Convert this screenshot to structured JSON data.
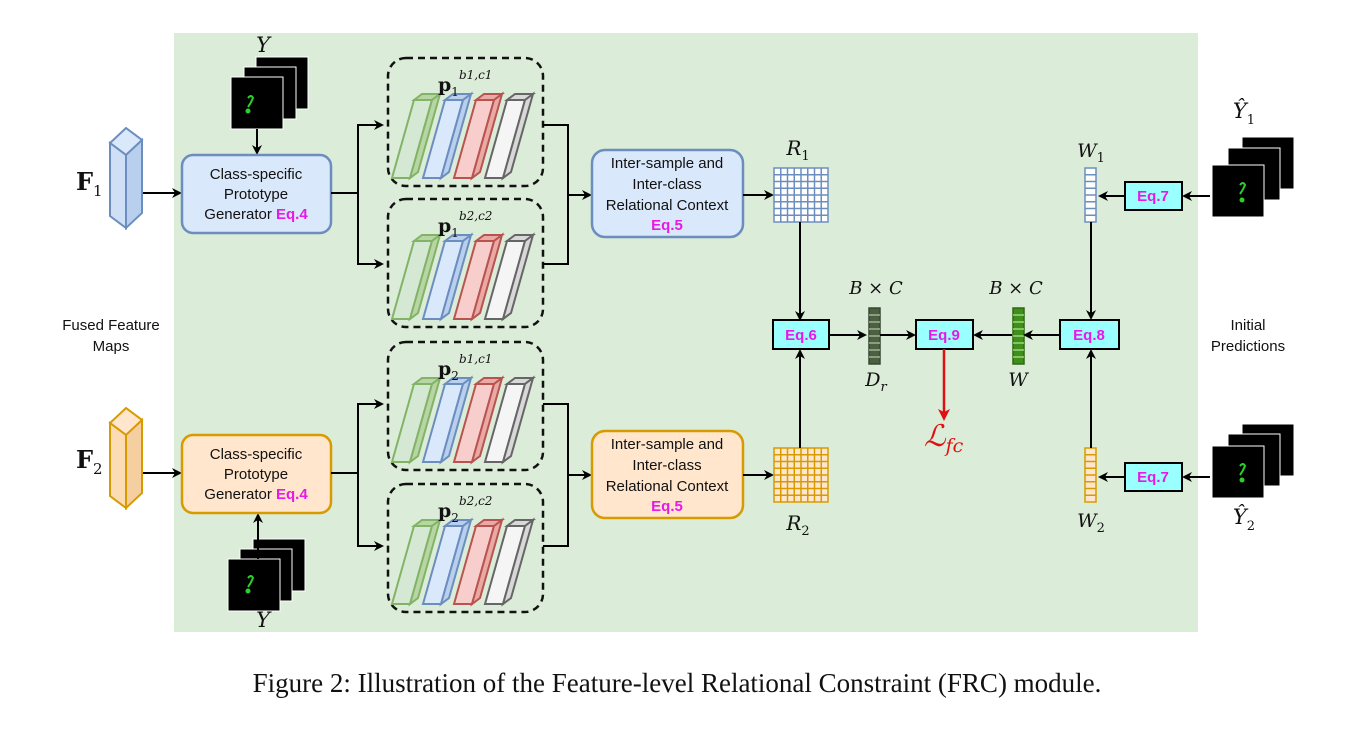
{
  "caption": "Figure 2: Illustration of the Feature-level Relational Constraint (FRC) module.",
  "side_labels": {
    "fused_line1": "Fused Feature",
    "fused_line2": "Maps",
    "initial_line1": "Initial",
    "initial_line2": "Predictions"
  },
  "inputs": {
    "f1_main": "F",
    "f1_sub": "1",
    "f2_main": "F",
    "f2_sub": "2",
    "y_label": "Y",
    "y_label_bottom": "Y",
    "yhat1_main": "Ŷ",
    "yhat1_sub": "1",
    "yhat2_main": "Ŷ",
    "yhat2_sub": "2"
  },
  "generator_top": {
    "line1": "Class-specific",
    "line2": "Prototype",
    "line3": "Generator ",
    "eq": "Eq.4"
  },
  "generator_bottom": {
    "line1": "Class-specific",
    "line2": "Prototype",
    "line3": "Generator ",
    "eq": "Eq.4"
  },
  "prototypes": [
    {
      "main": "p",
      "sub": "1",
      "sup": "b1,c1"
    },
    {
      "main": "p",
      "sub": "1",
      "sup": "b2,c2"
    },
    {
      "main": "p",
      "sub": "2",
      "sup": "b1,c1"
    },
    {
      "main": "p",
      "sub": "2",
      "sup": "b2,c2"
    }
  ],
  "context_top": {
    "line1": "Inter-sample and",
    "line2": "Inter-class",
    "line3": "Relational Context",
    "eq": "Eq.5"
  },
  "context_bottom": {
    "line1": "Inter-sample and",
    "line2": "Inter-class",
    "line3": "Relational Context",
    "eq": "Eq.5"
  },
  "matrices": {
    "r1_main": "R",
    "r1_sub": "1",
    "r2_main": "R",
    "r2_sub": "2"
  },
  "equations": {
    "eq6": "Eq.6",
    "eq7_top": "Eq.7",
    "eq7_bottom": "Eq.7",
    "eq8": "Eq.8",
    "eq9": "Eq.9"
  },
  "vectors": {
    "bc_left": "B × C",
    "bc_right": "B × C",
    "dr_main": "D",
    "dr_sub": "r",
    "w_label": "W",
    "w1_main": "W",
    "w1_sub": "1",
    "w2_main": "W",
    "w2_sub": "2"
  },
  "loss": {
    "main": "ℒ",
    "sub": "fc"
  },
  "colors": {
    "background_panel": "#dbecd9",
    "blue": "#6c8ebf",
    "blue_fill": "#dae8fc",
    "orange": "#d79b00",
    "orange_fill": "#ffe6cc",
    "eq_magenta": "#e619e6",
    "eq_box_fill": "#99ffff",
    "loss_red": "#dd1111",
    "green_vector": "#3f8f1a",
    "dark_vector": "#4d5f42"
  }
}
